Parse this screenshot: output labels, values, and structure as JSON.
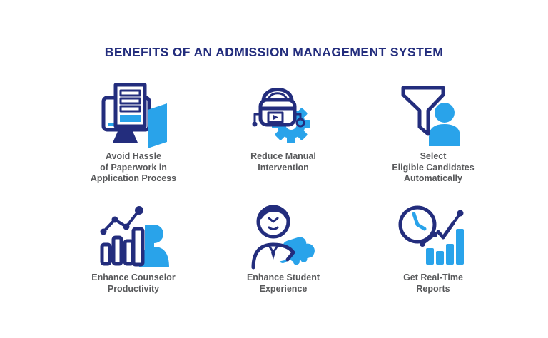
{
  "title": "BENEFITS OF AN ADMISSION MANAGEMENT SYSTEM",
  "colors": {
    "title_navy": "#232D7D",
    "icon_navy": "#232D7D",
    "icon_light_blue": "#29A3EA",
    "label_gray": "#58595B",
    "background": "#FFFFFF"
  },
  "benefits": [
    {
      "icon": "monitor-document-folder-icon",
      "label": "Avoid Hassle\nof Paperwork in\nApplication Process"
    },
    {
      "icon": "robot-gear-icon",
      "label": "Reduce Manual\nIntervention"
    },
    {
      "icon": "funnel-candidate-icon",
      "label": "Select\nEligible Candidates\nAutomatically"
    },
    {
      "icon": "growth-chart-person-icon",
      "label": "Enhance Counselor\nProductivity"
    },
    {
      "icon": "student-handshake-icon",
      "label": "Enhance Student\nExperience"
    },
    {
      "icon": "clock-bar-chart-icon",
      "label": "Get Real-Time\nReports"
    }
  ]
}
